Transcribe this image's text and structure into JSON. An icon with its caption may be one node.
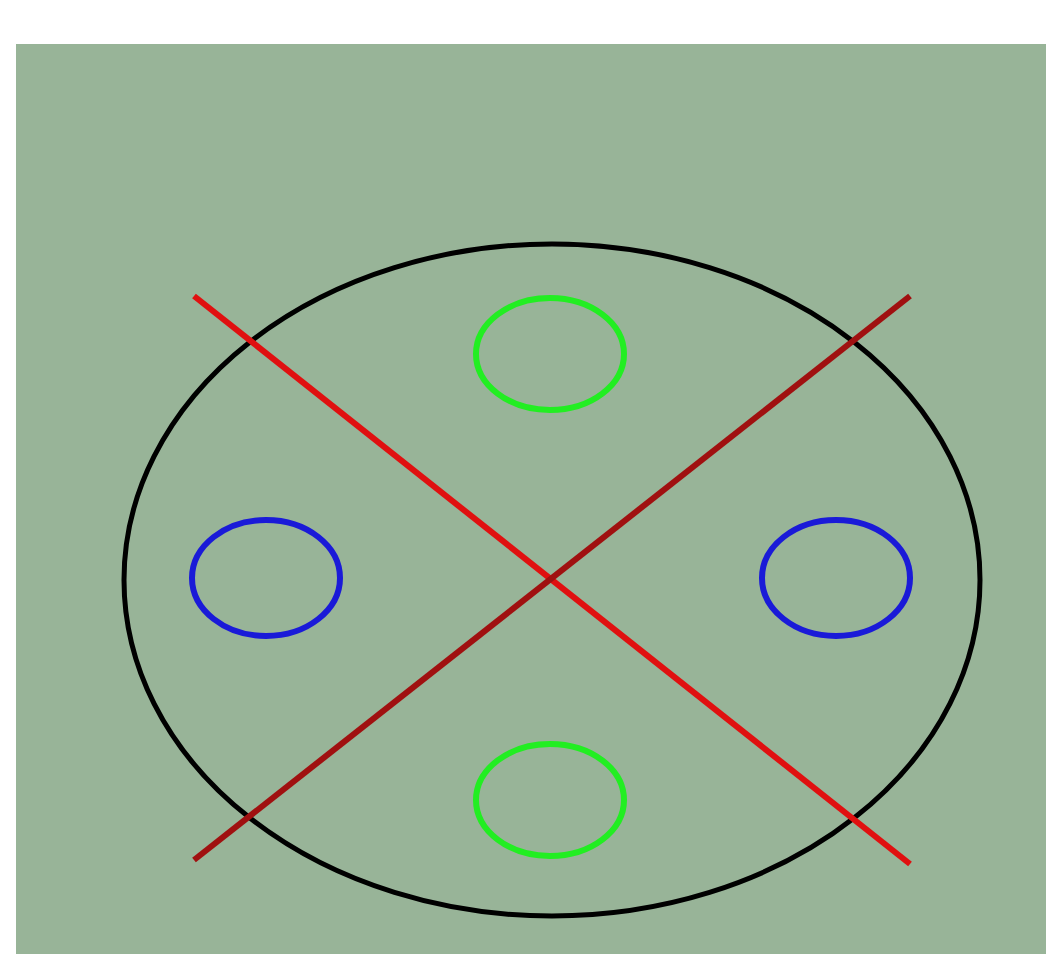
{
  "diagram": {
    "nodes": [
      {
        "text": [],
        "shape": "circle"
      },
      {
        "text": [],
        "shape": "circle",
        "in": 0
      },
      {
        "text": [],
        "shape": "circle",
        "in": 0
      },
      {
        "text": [],
        "shape": "circle",
        "in": 0
      },
      {
        "text": [],
        "shape": "circle",
        "in": 0
      }
    ]
  }
}
